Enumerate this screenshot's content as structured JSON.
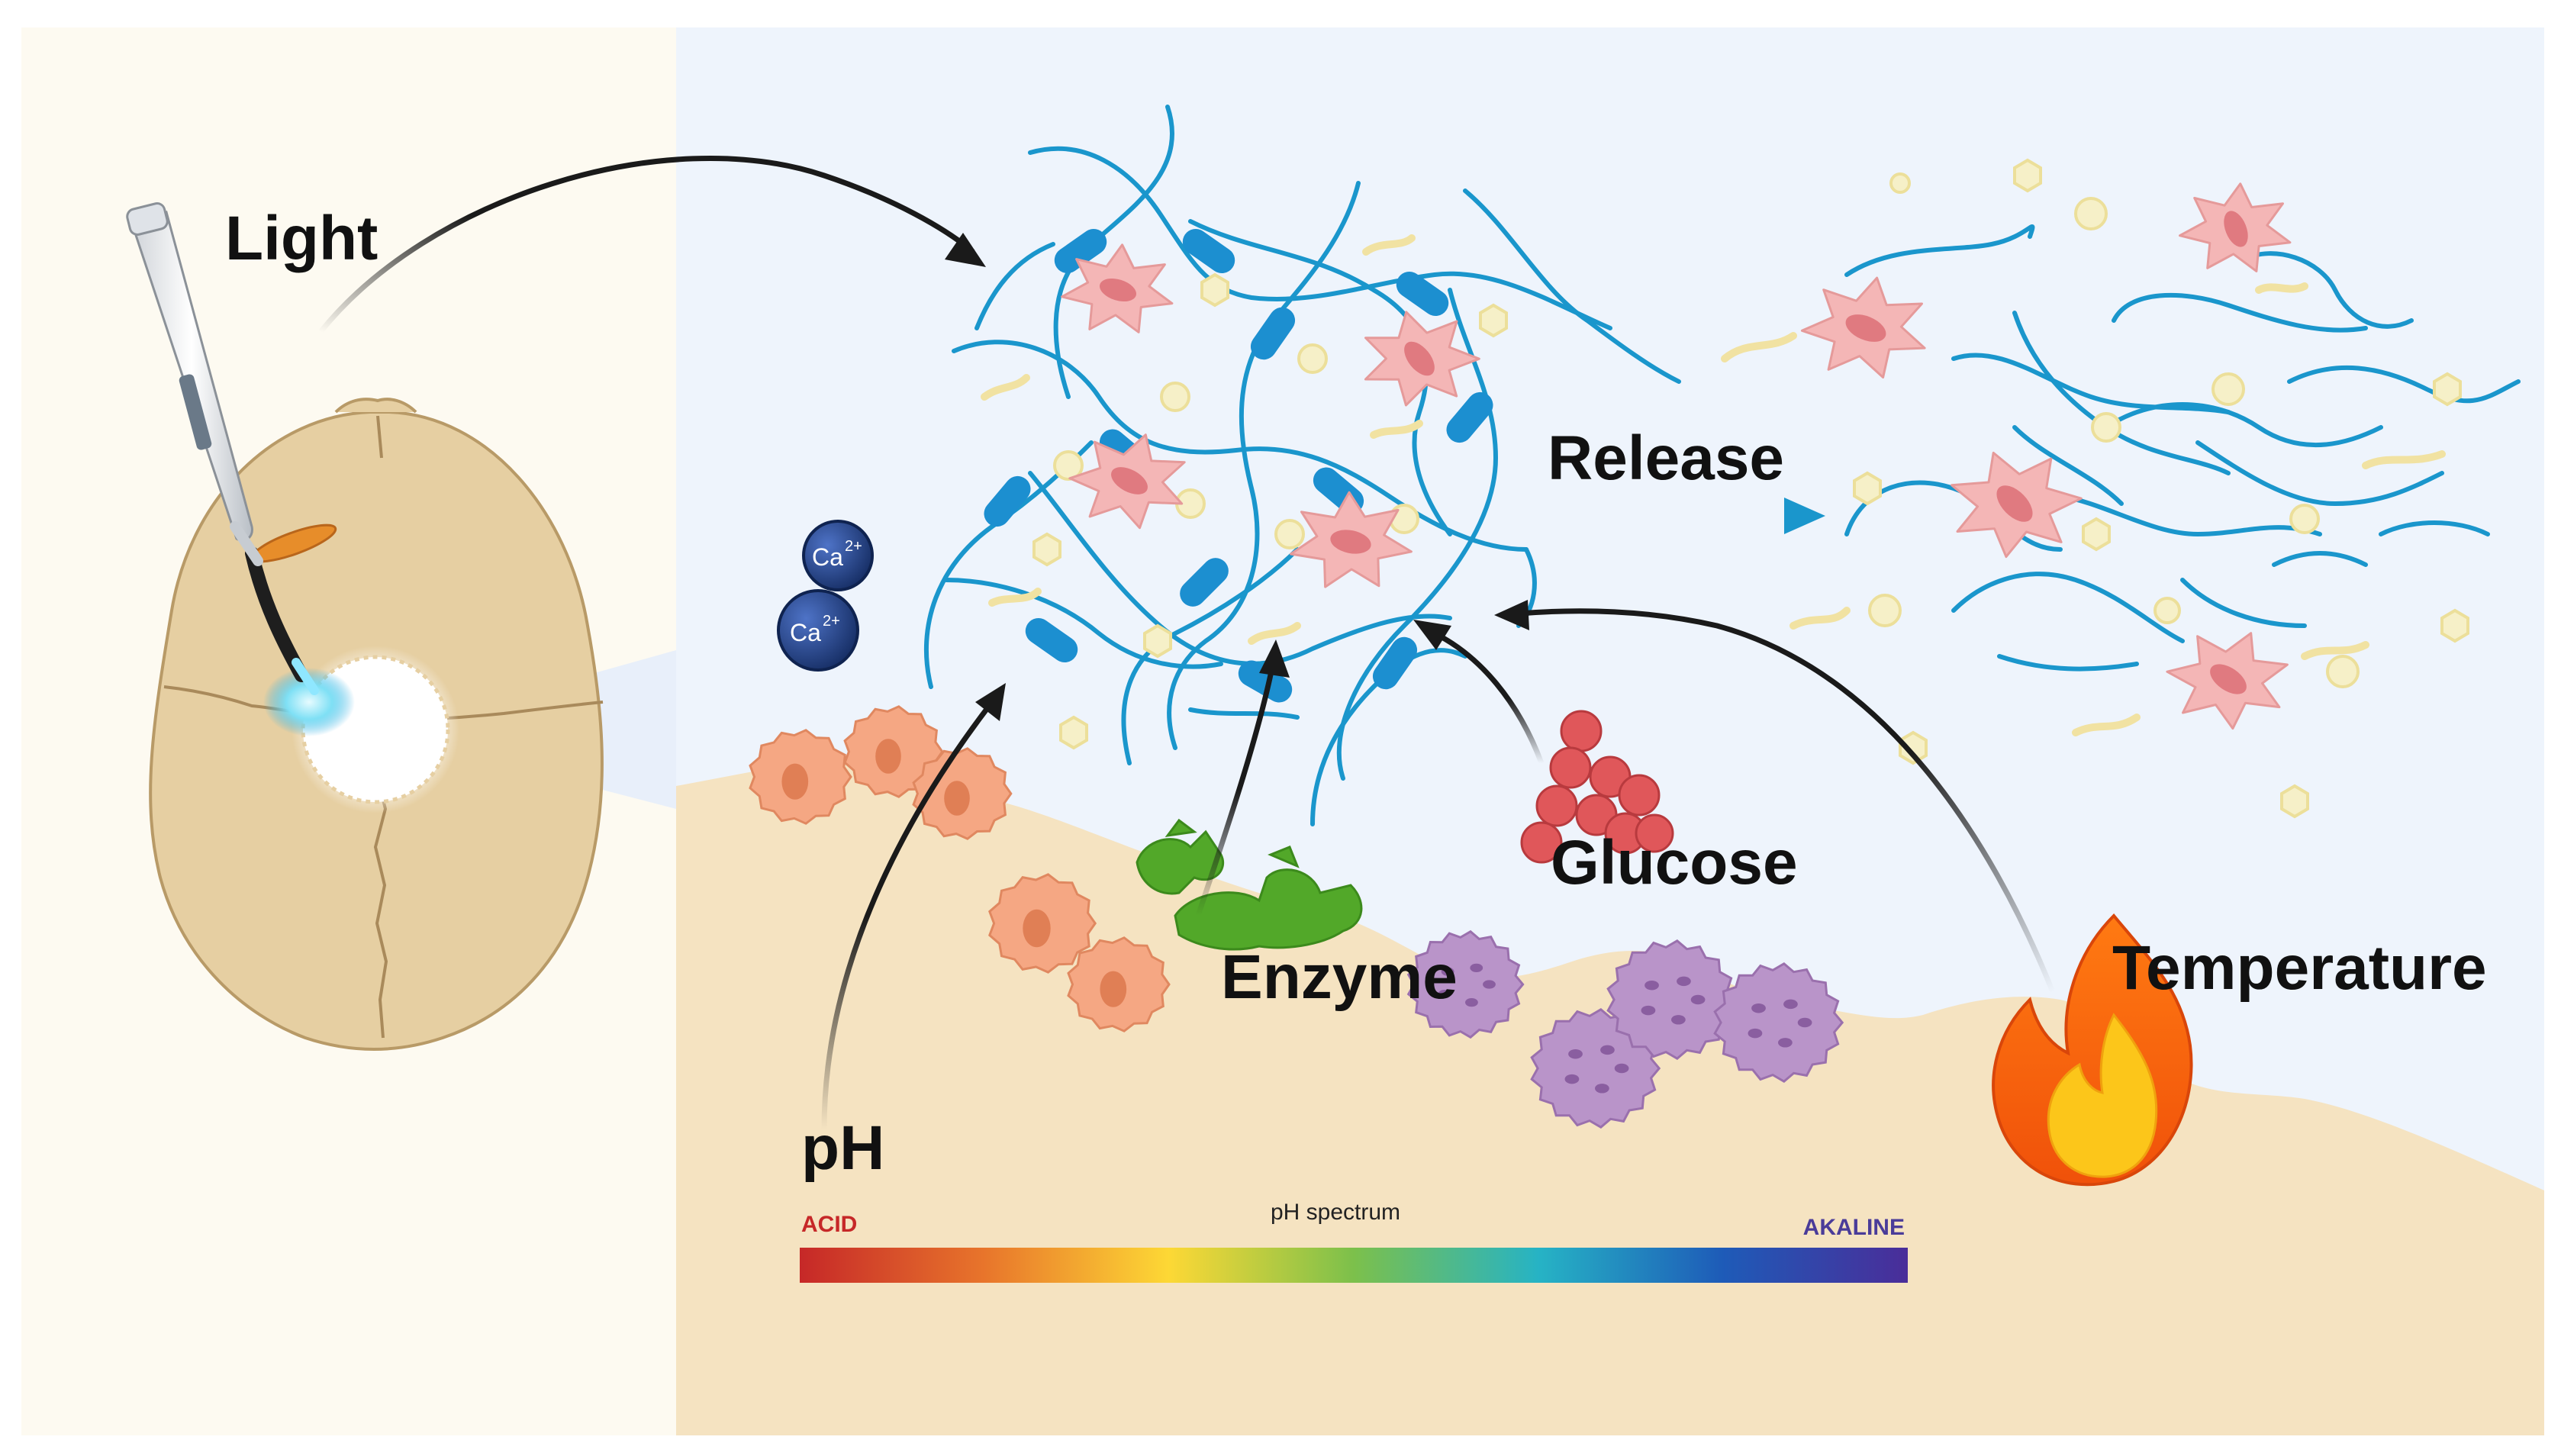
{
  "labels": {
    "light": "Light",
    "release": "Release",
    "glucose": "Glucose",
    "enzyme": "Enzyme",
    "temperature": "Temperature",
    "ph": "pH"
  },
  "ph_spectrum": {
    "title": "pH spectrum",
    "acid_label": "ACID",
    "alkaline_label": "AKALINE",
    "colors": [
      "#c62828",
      "#e8752b",
      "#fdd835",
      "#7cc04b",
      "#26b3c5",
      "#1e5bb8",
      "#4a2d99"
    ]
  },
  "ions": {
    "symbol": "Ca",
    "charge": "2+"
  },
  "colors": {
    "left_panel": "#fdfaf1",
    "right_panel": "#eef4fc",
    "tissue": "#f5e3c1",
    "skull": "#e6cfa2",
    "fiber": "#1a96cc",
    "crosslink": "#1c8fd0",
    "cell_pink": "#f4b3b3",
    "osteoblast": "#f4a582",
    "osteoclast": "#b48dc4",
    "enzyme": "#52a829",
    "glucose": "#e0575a",
    "ion": "#1f3f85",
    "arrow": "#1a1a1a",
    "release_arrow": "#1a96cc"
  },
  "icons": [
    "curing-light-icon",
    "skull-icon",
    "calcium-ion-icon",
    "enzyme-icon",
    "glucose-icon",
    "flame-icon",
    "cell-icon"
  ]
}
